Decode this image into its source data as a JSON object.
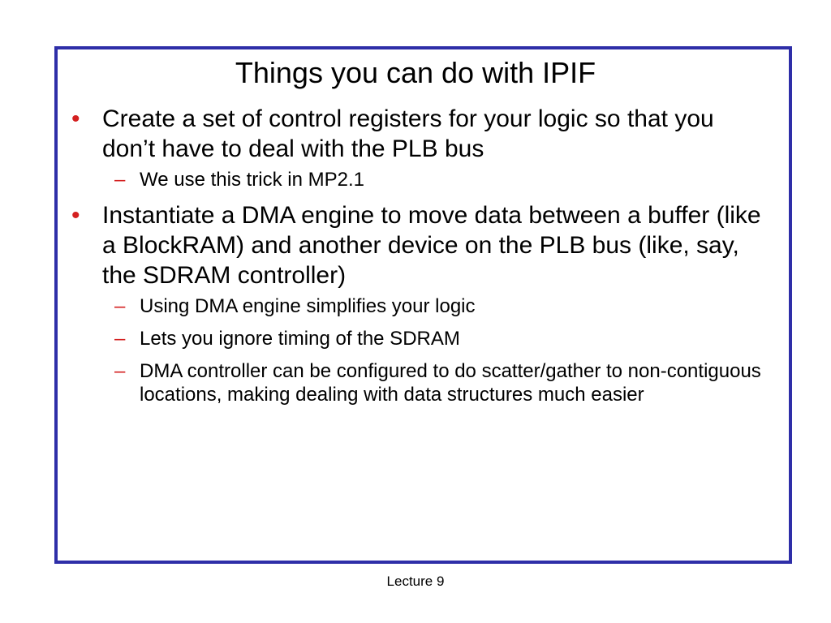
{
  "slide": {
    "title": "Things you can do with IPIF",
    "bullets": [
      {
        "marker": "•",
        "text": "Create a set of control registers for your logic so that you don’t have to deal with the PLB bus",
        "subbullets": [
          {
            "marker": "–",
            "text": "We use this trick in MP2.1"
          }
        ]
      },
      {
        "marker": "•",
        "text": "Instantiate a DMA engine to move data between a buffer (like a BlockRAM) and another device on the PLB bus (like, say, the SDRAM controller)",
        "subbullets": [
          {
            "marker": "–",
            "text": "Using DMA engine simplifies your logic"
          },
          {
            "marker": "–",
            "text": "Lets you ignore timing of the SDRAM"
          },
          {
            "marker": "–",
            "text": "DMA controller can be configured to do scatter/gather to non-contiguous locations, making dealing with data structures much easier"
          }
        ]
      }
    ],
    "footer": "Lecture 9"
  },
  "colors": {
    "frame_border": "#2e2ea8",
    "bullet_marker": "#d42020",
    "text": "#000000",
    "background": "#ffffff"
  }
}
